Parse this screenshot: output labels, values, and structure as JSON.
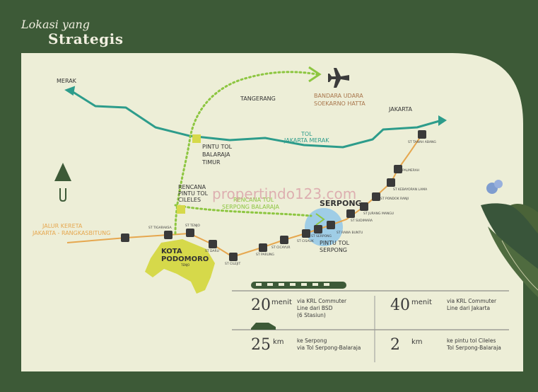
{
  "header": {
    "line1": "Lokasi yang",
    "line2": "Strategis"
  },
  "places": {
    "merak": "MERAK",
    "tangerang": "TANGERANG",
    "jakarta": "JAKARTA",
    "airport1": "BANDARA UDARA",
    "airport2": "SOEKARNO HATTA",
    "serpong": "SERPONG",
    "toll_road1": "TOL",
    "toll_road2": "JAKARTA MERAK",
    "balaraja1": "PINTU TOL",
    "balaraja2": "BALARAJA",
    "balaraja3": "TIMUR",
    "cileles1": "RENCANA",
    "cileles2": "PINTU TOL",
    "cileles3": "CILELES",
    "plan_toll1": "RENCANA TOL",
    "plan_toll2": "SERPONG BALARAJA",
    "rail1": "JALUR KERETA",
    "rail2": "JAKARTA - RANGKASBITUNG",
    "pintu_serpong1": "PINTU TOL",
    "pintu_serpong2": "SERPONG",
    "kota_logo1": "KOTA",
    "kota_logo2": "PODOMORO",
    "kota_logo3": "TENJO"
  },
  "stations": {
    "tigaraksa": "ST TIGARAKSA",
    "tenjo": "ST TENJO",
    "daru": "ST DARU",
    "cilejit": "ST CILEJIT",
    "parung": "ST PARUNG",
    "cicayur": "ST CICAYUR",
    "cisauk": "ST CISAUK",
    "serpong": "ST SERPONG",
    "rawa_buntu": "ST RAWA BUNTU",
    "sudimara": "ST SUDIMARA",
    "jurang_mangu": "ST JURANG MANGU",
    "pondok_ranji": "ST PONDOK RANJI",
    "kebayoran": "ST KEBAYORAN LAMA",
    "palmerah": "ST PALMERAH",
    "tanah_abang": "ST TANAH ABANG"
  },
  "watermark": "propertindo123.com",
  "info": {
    "train1_value": "20",
    "train1_unit": "menit",
    "train1_line1": "via KRL Commuter",
    "train1_line2": "Line dari BSD",
    "train1_line3": "(6 Stasiun)",
    "train2_value": "40",
    "train2_unit": "menit",
    "train2_line1": "via KRL Commuter",
    "train2_line2": "Line dari Jakarta",
    "car1_value": "25",
    "car1_unit": "km",
    "car1_line1": "ke Serpong",
    "car1_line2": "via Tol Serpong-Balaraja",
    "car2_value": "2",
    "car2_unit": "km",
    "car2_line1": "ke pintu tol Cileles",
    "car2_line2": "Tol Serpong-Balaraja"
  },
  "colors": {
    "bg": "#3d5a37",
    "panel": "#edeed7",
    "toll": "#2d9c8b",
    "rail": "#e6a74f",
    "plan": "#8dc641",
    "area": "#d6d94a",
    "airport_text": "#a8754b",
    "serpong_circle": "#9fcde6"
  }
}
